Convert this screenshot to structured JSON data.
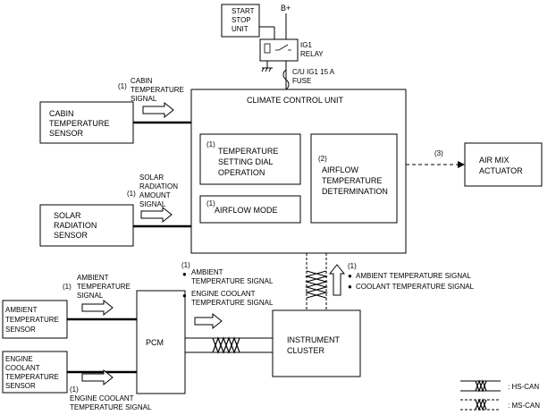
{
  "title": "",
  "power": {
    "start_stop": [
      "START",
      "STOP",
      "UNIT"
    ],
    "bplus": "B+",
    "relay": [
      "IG1",
      "RELAY"
    ],
    "fuse": [
      "C/U IG1 15 A",
      "FUSE"
    ]
  },
  "ccu": {
    "title": "CLIMATE CONTROL UNIT",
    "temp_dial": {
      "num": "(1)",
      "lines": [
        "TEMPERATURE",
        "SETTING DIAL",
        "OPERATION"
      ]
    },
    "airflow_mode": {
      "num": "(1)",
      "label": "AIRFLOW MODE"
    },
    "airflow_temp": {
      "num": "(2)",
      "lines": [
        "AIRFLOW",
        "TEMPERATURE",
        "DETERMINATION"
      ]
    }
  },
  "actuator": {
    "lines": [
      "AIR MIX",
      "ACTUATOR"
    ],
    "num": "(3)"
  },
  "sensors": {
    "cabin": {
      "lines": [
        "CABIN",
        "TEMPERATURE",
        "SENSOR"
      ]
    },
    "solar": {
      "lines": [
        "SOLAR",
        "RADIATION",
        "SENSOR"
      ]
    },
    "ambient": {
      "lines": [
        "AMBIENT",
        "TEMPERATURE",
        "SENSOR"
      ]
    },
    "coolant": {
      "lines": [
        "ENGINE",
        "COOLANT",
        "TEMPERATURE",
        "SENSOR"
      ]
    }
  },
  "signals": {
    "cabin": {
      "num": "(1)",
      "lines": [
        "CABIN",
        "TEMPERATURE",
        "SIGNAL"
      ]
    },
    "solar": {
      "num": "(1)",
      "lines": [
        "SOLAR",
        "RADIATION",
        "AMOUNT",
        "SIGNAL"
      ]
    },
    "ambient": {
      "num": "(1)",
      "lines": [
        "AMBIENT",
        "TEMPERATURE",
        "SIGNAL"
      ]
    },
    "coolant": {
      "num": "(1)",
      "lines": [
        "ENGINE COOLANT",
        "TEMPERATURE SIGNAL"
      ]
    },
    "pcm_cluster": {
      "num": "(1)",
      "item1": [
        "AMBIENT",
        "TEMPERATURE SIGNAL"
      ],
      "item2": [
        "ENGINE COOLANT",
        "TEMPERATURE SIGNAL"
      ]
    },
    "cluster_ccu": {
      "num": "(1)",
      "item1": "AMBIENT TEMPERATURE SIGNAL",
      "item2": "COOLANT TEMPERATURE SIGNAL"
    },
    "bullet": "●"
  },
  "pcm": "PCM",
  "cluster": [
    "INSTRUMENT",
    "CLUSTER"
  ],
  "legend": {
    "hs": ": HS-CAN",
    "ms": ": MS-CAN"
  }
}
